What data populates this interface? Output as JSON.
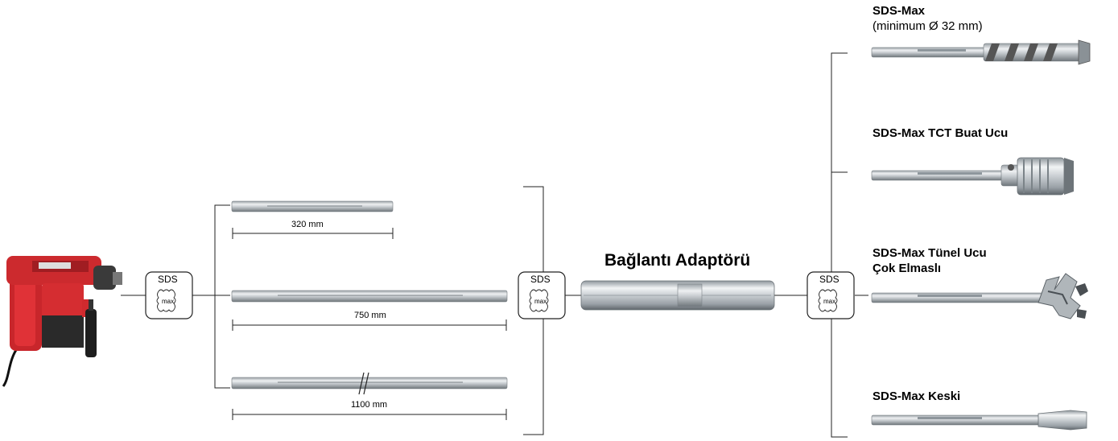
{
  "adapter": {
    "title": "Bağlantı Adaptörü"
  },
  "sds_badge": {
    "top_text": "SDS",
    "inner_text": "max"
  },
  "shank_lengths": [
    "320 mm",
    "750 mm",
    "1100 mm"
  ],
  "tools": [
    {
      "name": "SDS-Max",
      "subtitle": "(minimum Ø 32 mm)"
    },
    {
      "name": "SDS-Max TCT Buat Ucu"
    },
    {
      "name": "SDS-Max Tünel Ucu",
      "name_line2": "Çok Elmaslı"
    },
    {
      "name": "SDS-Max Keski"
    }
  ],
  "colors": {
    "drill_red": "#d0282c",
    "metal_light": "#d8dcdf",
    "metal_dark": "#8e969c",
    "line": "#222222"
  },
  "icons": [
    "rotary-hammer-drill-icon",
    "sds-max-icon",
    "drill-bit-icon",
    "core-bit-icon",
    "tunnel-bit-icon",
    "chisel-icon"
  ]
}
